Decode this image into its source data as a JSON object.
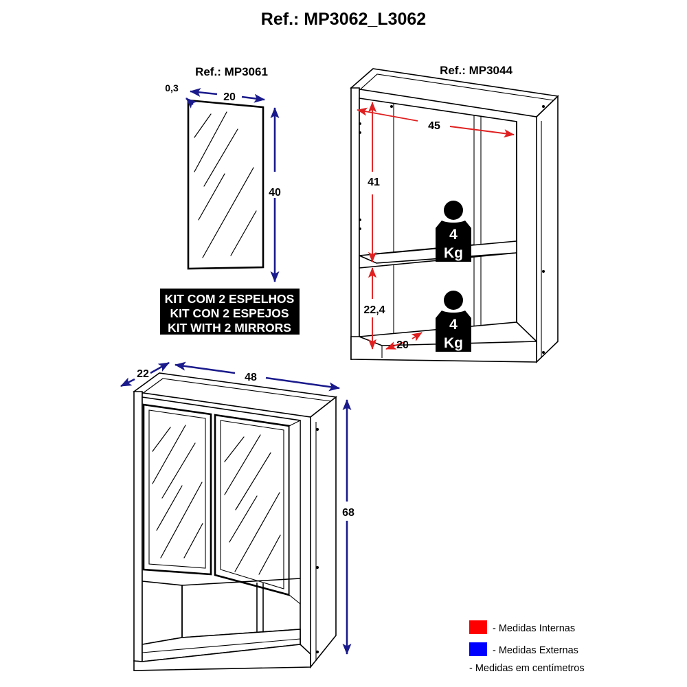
{
  "page": {
    "title": "Ref.: MP3062_L3062",
    "background_color": "#ffffff",
    "line_color": "#000000",
    "internal_color": "#FF0000",
    "external_color": "#0000FF"
  },
  "mirror_part": {
    "ref_label": "Ref.: MP3061",
    "thickness_label": "0,3",
    "width_label": "20",
    "height_label": "40",
    "kit_note": {
      "line1": "KIT COM 2 ESPELHOS",
      "line2": "KIT CON 2 ESPEJOS",
      "line3": "KIT WITH 2 MIRRORS"
    }
  },
  "carcass_part": {
    "ref_label": "Ref.: MP3044",
    "inner_width_label": "45",
    "upper_height_label": "41",
    "lower_height_label": "22,4",
    "depth_label": "20",
    "load_upper": {
      "value": "4",
      "unit": "Kg"
    },
    "load_lower": {
      "value": "4",
      "unit": "Kg"
    }
  },
  "assembly_part": {
    "depth_label": "22",
    "width_label": "48",
    "height_label": "68"
  },
  "legend": {
    "items": [
      {
        "swatch": "#FF0000",
        "label": "- Medidas Internas"
      },
      {
        "swatch": "#0000FF",
        "label": "- Medidas Externas"
      }
    ],
    "units_note": "- Medidas em centímetros"
  }
}
